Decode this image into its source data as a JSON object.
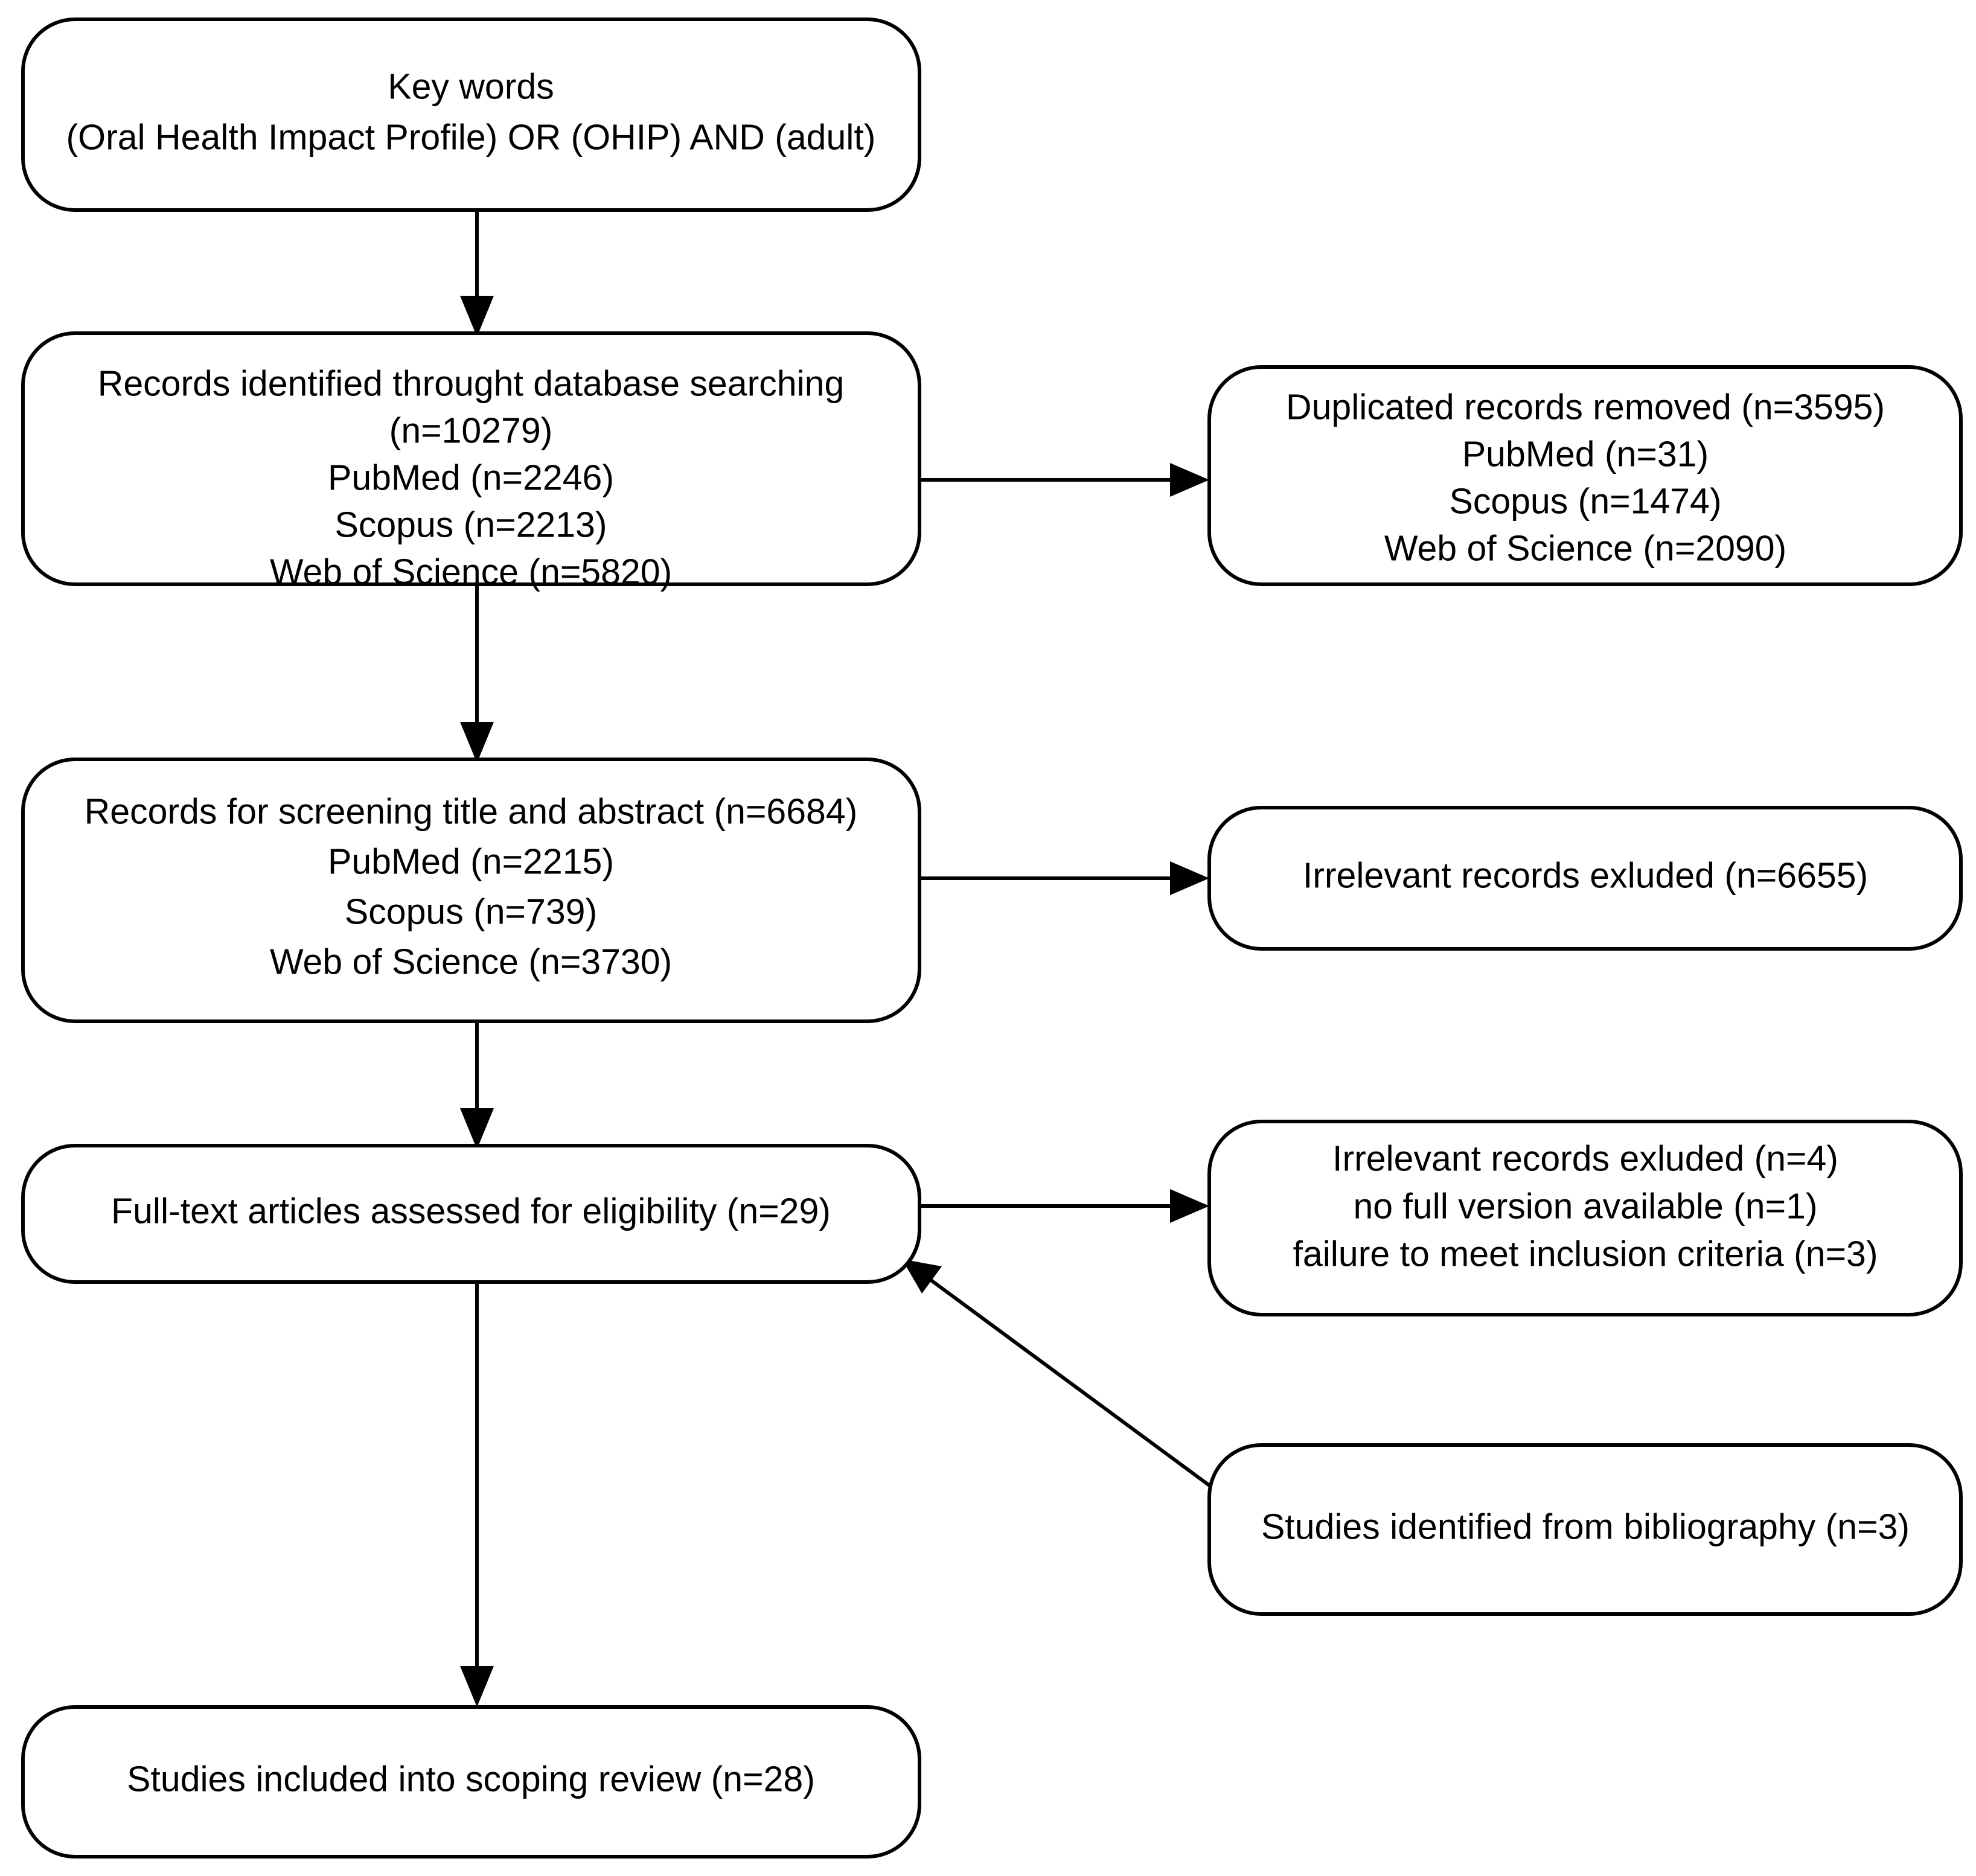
{
  "diagram": {
    "type": "prisma-flow-diagram",
    "title": "PRISMA scoping review flow diagram",
    "background_color": "#ffffff",
    "line_color": "#000000",
    "text_color": "#000000",
    "nodes": {
      "keywords": {
        "id": "keywords",
        "shape": "rounded-rectangle",
        "lines": [
          "Key words",
          "(Oral Health Impact Profile) OR (OHIP) AND (adult)"
        ]
      },
      "identified": {
        "id": "identified",
        "shape": "rounded-rectangle",
        "lines": [
          "Records identified throught database searching",
          "(n=10279)",
          "PubMed (n=2246)",
          "Scopus (n=2213)",
          "Web of Science (n=5820)"
        ]
      },
      "duplicates_removed": {
        "id": "duplicates_removed",
        "shape": "rounded-rectangle",
        "lines": [
          "Duplicated records removed (n=3595)",
          "PubMed (n=31)",
          "Scopus (n=1474)",
          "Web of Science (n=2090)"
        ]
      },
      "screening": {
        "id": "screening",
        "shape": "rounded-rectangle",
        "lines": [
          "Records for screening title and abstract (n=6684)",
          "PubMed (n=2215)",
          "Scopus (n=739)",
          "Web of Science (n=3730)"
        ]
      },
      "irrelevant_screening": {
        "id": "irrelevant_screening",
        "shape": "rounded-rectangle",
        "lines": [
          "Irrelevant records exluded (n=6655)"
        ]
      },
      "eligibility": {
        "id": "eligibility",
        "shape": "rounded-rectangle",
        "lines": [
          "Full-text articles assessed for eligibility (n=29)"
        ]
      },
      "irrelevant_fulltext": {
        "id": "irrelevant_fulltext",
        "shape": "rounded-rectangle",
        "lines": [
          "Irrelevant records exluded (n=4)",
          "no full version available (n=1)",
          "failure to meet inclusion criteria (n=3)"
        ]
      },
      "bibliography": {
        "id": "bibliography",
        "shape": "rounded-rectangle",
        "lines": [
          "Studies identified from bibliography (n=3)"
        ]
      },
      "included": {
        "id": "included",
        "shape": "rounded-rectangle",
        "lines": [
          "Studies included into scoping review (n=28)"
        ]
      }
    },
    "edges": [
      {
        "id": "keywords-to-identified",
        "from": "keywords",
        "to": "identified",
        "direction": "down",
        "arrowhead": true
      },
      {
        "id": "identified-to-duplicates",
        "from": "identified",
        "to": "duplicates_removed",
        "direction": "right",
        "arrowhead": true
      },
      {
        "id": "identified-to-screening",
        "from": "identified",
        "to": "screening",
        "direction": "down",
        "arrowhead": true
      },
      {
        "id": "screening-to-irrelevant",
        "from": "screening",
        "to": "irrelevant_screening",
        "direction": "right",
        "arrowhead": true
      },
      {
        "id": "screening-to-eligibility",
        "from": "screening",
        "to": "eligibility",
        "direction": "down",
        "arrowhead": true
      },
      {
        "id": "eligibility-to-irrelevant-fulltext",
        "from": "eligibility",
        "to": "irrelevant_fulltext",
        "direction": "right",
        "arrowhead": true
      },
      {
        "id": "bibliography-to-eligibility",
        "from": "bibliography",
        "to": "eligibility",
        "direction": "diagonal-up-left",
        "arrowhead": true
      },
      {
        "id": "eligibility-to-included",
        "from": "eligibility",
        "to": "included",
        "direction": "down",
        "arrowhead": true
      }
    ],
    "counts": {
      "records_identified_total": 10279,
      "records_identified_pubmed": 2246,
      "records_identified_scopus": 2213,
      "records_identified_wos": 5820,
      "duplicates_total": 3595,
      "duplicates_pubmed": 31,
      "duplicates_scopus": 1474,
      "duplicates_wos": 2090,
      "screened_total": 6684,
      "screened_pubmed": 2215,
      "screened_scopus": 739,
      "screened_wos": 3730,
      "irrelevant_excluded_screening": 6655,
      "fulltext_assessed": 29,
      "irrelevant_excluded_fulltext": 4,
      "no_full_version": 1,
      "failure_inclusion_criteria": 3,
      "from_bibliography": 3,
      "included_total": 28
    }
  }
}
